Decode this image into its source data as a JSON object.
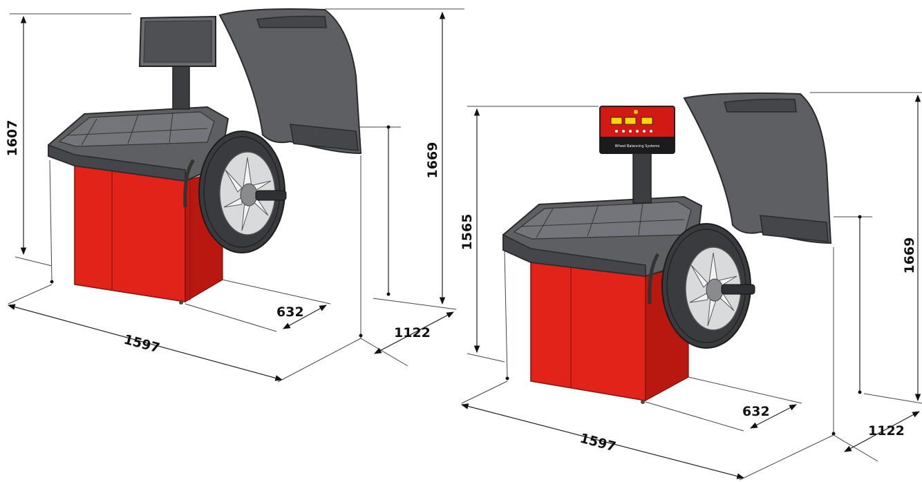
{
  "left_machine": {
    "dim_height_body": "1607",
    "dim_height_total": "1669",
    "dim_width": "1597",
    "dim_depth_short": "632",
    "dim_depth_long": "1122"
  },
  "right_machine": {
    "dim_height_body": "1565",
    "dim_height_total": "1669",
    "dim_width": "1597",
    "dim_depth_short": "632",
    "dim_depth_long": "1122",
    "display_caption": "Wheel Balancing Systems"
  },
  "colors": {
    "cabinet": "#e2231a",
    "plastic": "#5e5f62",
    "tyre": "#3a3b3e"
  }
}
